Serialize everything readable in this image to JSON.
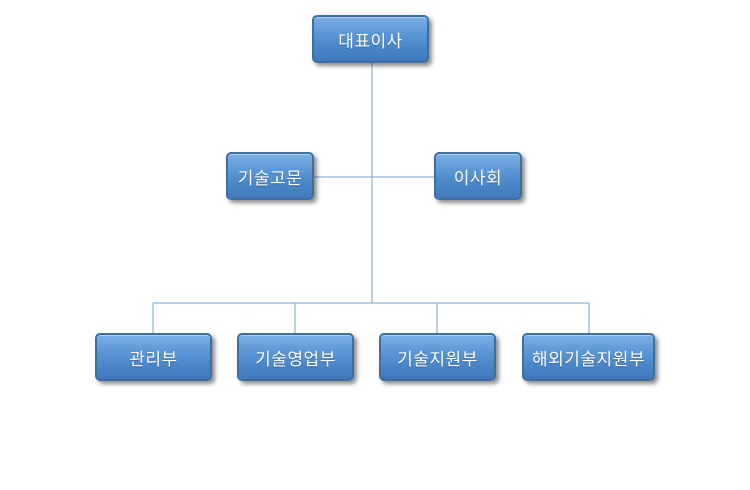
{
  "org_chart": {
    "root": {
      "label": "대표이사"
    },
    "advisors": {
      "left": {
        "label": "기술고문"
      },
      "right": {
        "label": "이사회"
      }
    },
    "departments": [
      {
        "label": "관리부"
      },
      {
        "label": "기술영업부"
      },
      {
        "label": "기술지원부"
      },
      {
        "label": "해외기술지원부"
      }
    ]
  },
  "colors": {
    "box_fill": "#4a86c7",
    "box_border": "#3f6f9c",
    "connector": "#8fb4d9",
    "text": "#ffffff"
  }
}
